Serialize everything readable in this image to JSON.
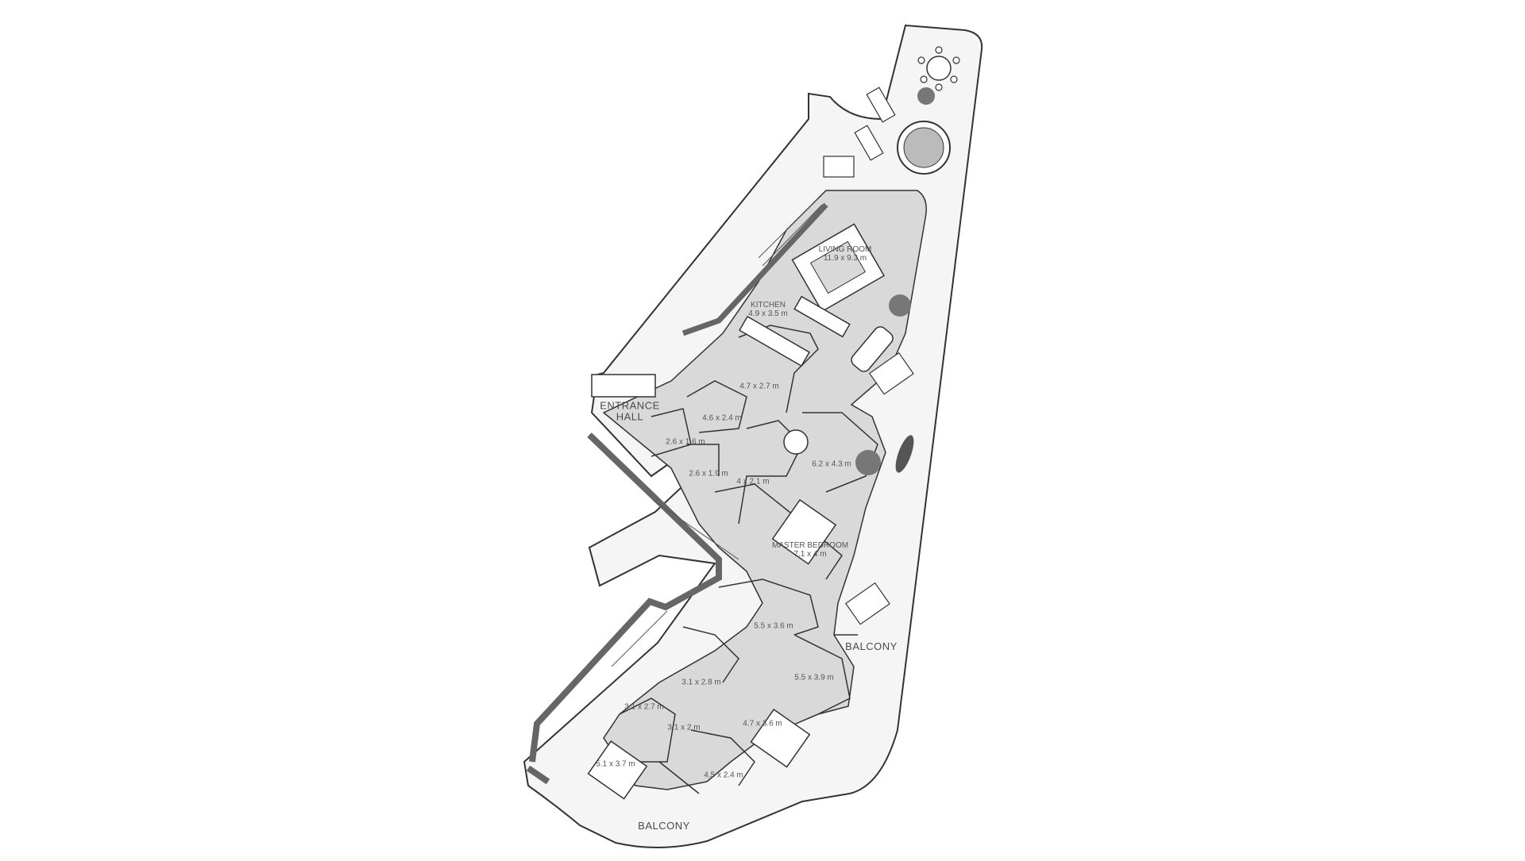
{
  "plan": {
    "rooms": {
      "living_room": {
        "name": "LIVING ROOM",
        "size": "11.9 x 9.3 m"
      },
      "kitchen": {
        "name": "KITCHEN",
        "size": "4.9 x 3.5 m"
      },
      "entrance_hall": {
        "name": "ENTRANCE\nHALL"
      },
      "master_bedroom": {
        "name": "MASTER BEDROOM",
        "size": "7.1 x 4 m"
      },
      "balcony_east": {
        "name": "BALCONY"
      },
      "balcony_south": {
        "name": "BALCONY"
      },
      "room_47x27": {
        "size": "4.7 x 2.7 m"
      },
      "room_46x24": {
        "size": "4.6 x 2.4 m"
      },
      "room_26x16": {
        "size": "2.6 x 1.6 m"
      },
      "room_26x19": {
        "size": "2.6 x 1.9 m"
      },
      "room_4x21": {
        "size": "4 x 2.1 m"
      },
      "room_62x43": {
        "size": "6.2 x 4.3 m"
      },
      "room_55x36": {
        "size": "5.5 x 3.6 m"
      },
      "room_55x39": {
        "size": "5.5 x 3.9 m"
      },
      "room_31x28": {
        "size": "3.1 x 2.8 m"
      },
      "room_31x27": {
        "size": "3.1 x 2.7 m"
      },
      "room_31x2": {
        "size": "3.1 x 2 m"
      },
      "room_47x36": {
        "size": "4.7 x 3.6 m"
      },
      "room_51x37": {
        "size": "5.1 x 3.7 m"
      },
      "room_45x24": {
        "size": "4.5 x 2.4 m"
      }
    },
    "colors": {
      "room_fill": "#d9d9d9",
      "terrace_fill": "#f5f5f5",
      "wall": "#666666",
      "line": "#333333"
    }
  }
}
